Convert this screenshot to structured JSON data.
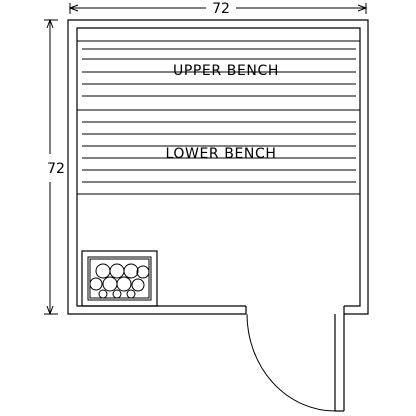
{
  "dimensions": {
    "width": "72",
    "depth": "72"
  },
  "labels": {
    "upper_bench": "UPPER BENCH",
    "lower_bench": "LOWER BENCH"
  },
  "icons": {
    "heater": "sauna-heater-icon",
    "door_swing": "door-swing-arc"
  },
  "colors": {
    "line": "#000000",
    "background": "#ffffff"
  }
}
